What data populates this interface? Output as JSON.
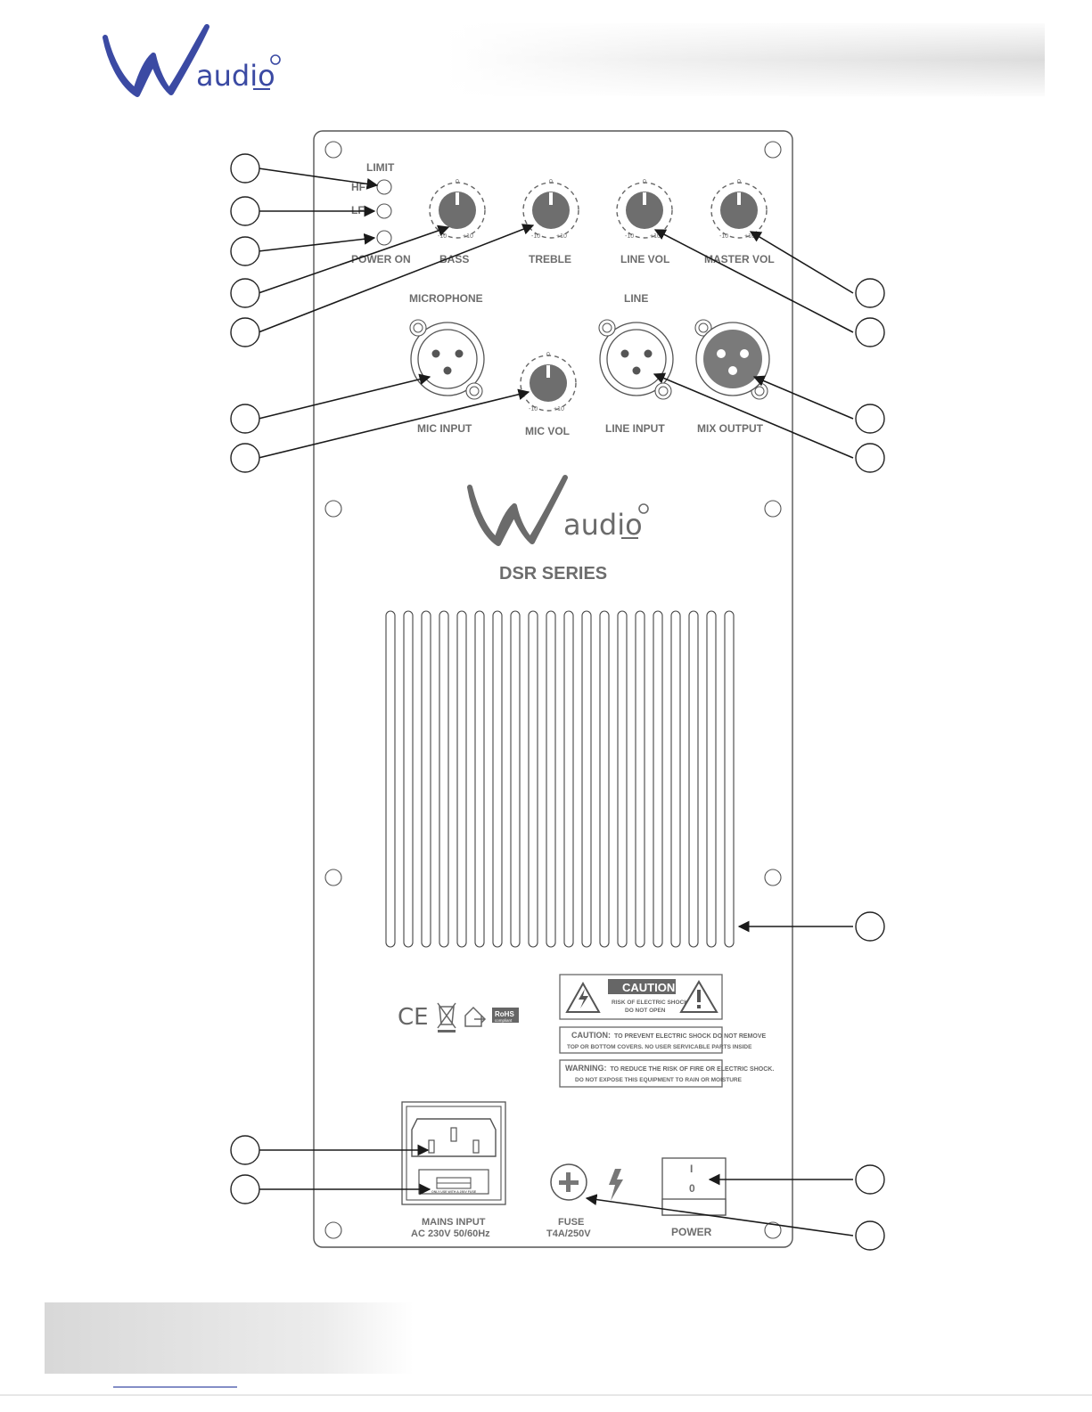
{
  "brand": {
    "name": "audio",
    "logo_color": "#3b4aa3",
    "panel_logo_color": "#6b6b6b"
  },
  "panel": {
    "series": "DSR SERIES",
    "limit_label": "LIMIT",
    "hf_label": "HF",
    "lf_label": "LF",
    "power_on_label": "POWER ON",
    "microphone_header": "MICROPHONE",
    "line_header": "LINE",
    "mains_input": "MAINS INPUT",
    "mains_spec": "AC 230V 50/60Hz",
    "fuse_label": "FUSE",
    "fuse_spec": "T4A/250V",
    "power_label": "POWER",
    "switch_on": "I",
    "switch_off": "0",
    "fuse_holder_note": "ONLY USE WITH A 250V FUSE",
    "knobs": [
      {
        "id": "bass",
        "label": "BASS",
        "top": "0",
        "min": "-10",
        "max": "+10"
      },
      {
        "id": "treble",
        "label": "TREBLE",
        "top": "0",
        "min": "-10",
        "max": "+10"
      },
      {
        "id": "line-vol",
        "label": "LINE VOL",
        "top": "0",
        "min": "-10",
        "max": "+10"
      },
      {
        "id": "master-vol",
        "label": "MASTER VOL",
        "top": "0",
        "min": "-10",
        "max": "+10"
      },
      {
        "id": "mic-vol",
        "label": "MIC VOL",
        "top": "0",
        "min": "-10",
        "max": "+10"
      }
    ],
    "connectors": [
      {
        "id": "mic-input",
        "label": "MIC INPUT"
      },
      {
        "id": "line-input",
        "label": "LINE INPUT"
      },
      {
        "id": "mix-output",
        "label": "MIX OUTPUT"
      }
    ]
  },
  "warnings": {
    "caution_title": "CAUTION",
    "caution_line1": "RISK OF ELECTRIC SHOCK",
    "caution_line2": "DO NOT OPEN",
    "box2_lead": "CAUTION:",
    "box2_text1": "TO PREVENT ELECTRIC SHOCK DO NOT REMOVE",
    "box2_text2": "TOP OR BOTTOM COVERS. NO USER SERVICABLE PARTS INSIDE",
    "box3_lead": "WARNING:",
    "box3_text1": "TO REDUCE THE RISK OF FIRE OR ELECTRIC SHOCK.",
    "box3_text2": "DO NOT EXPOSE THIS EQUIPMENT TO RAIN OR MOISTURE",
    "ce_mark": "CE",
    "rohs_title": "RoHS",
    "rohs_sub": "compliant"
  }
}
